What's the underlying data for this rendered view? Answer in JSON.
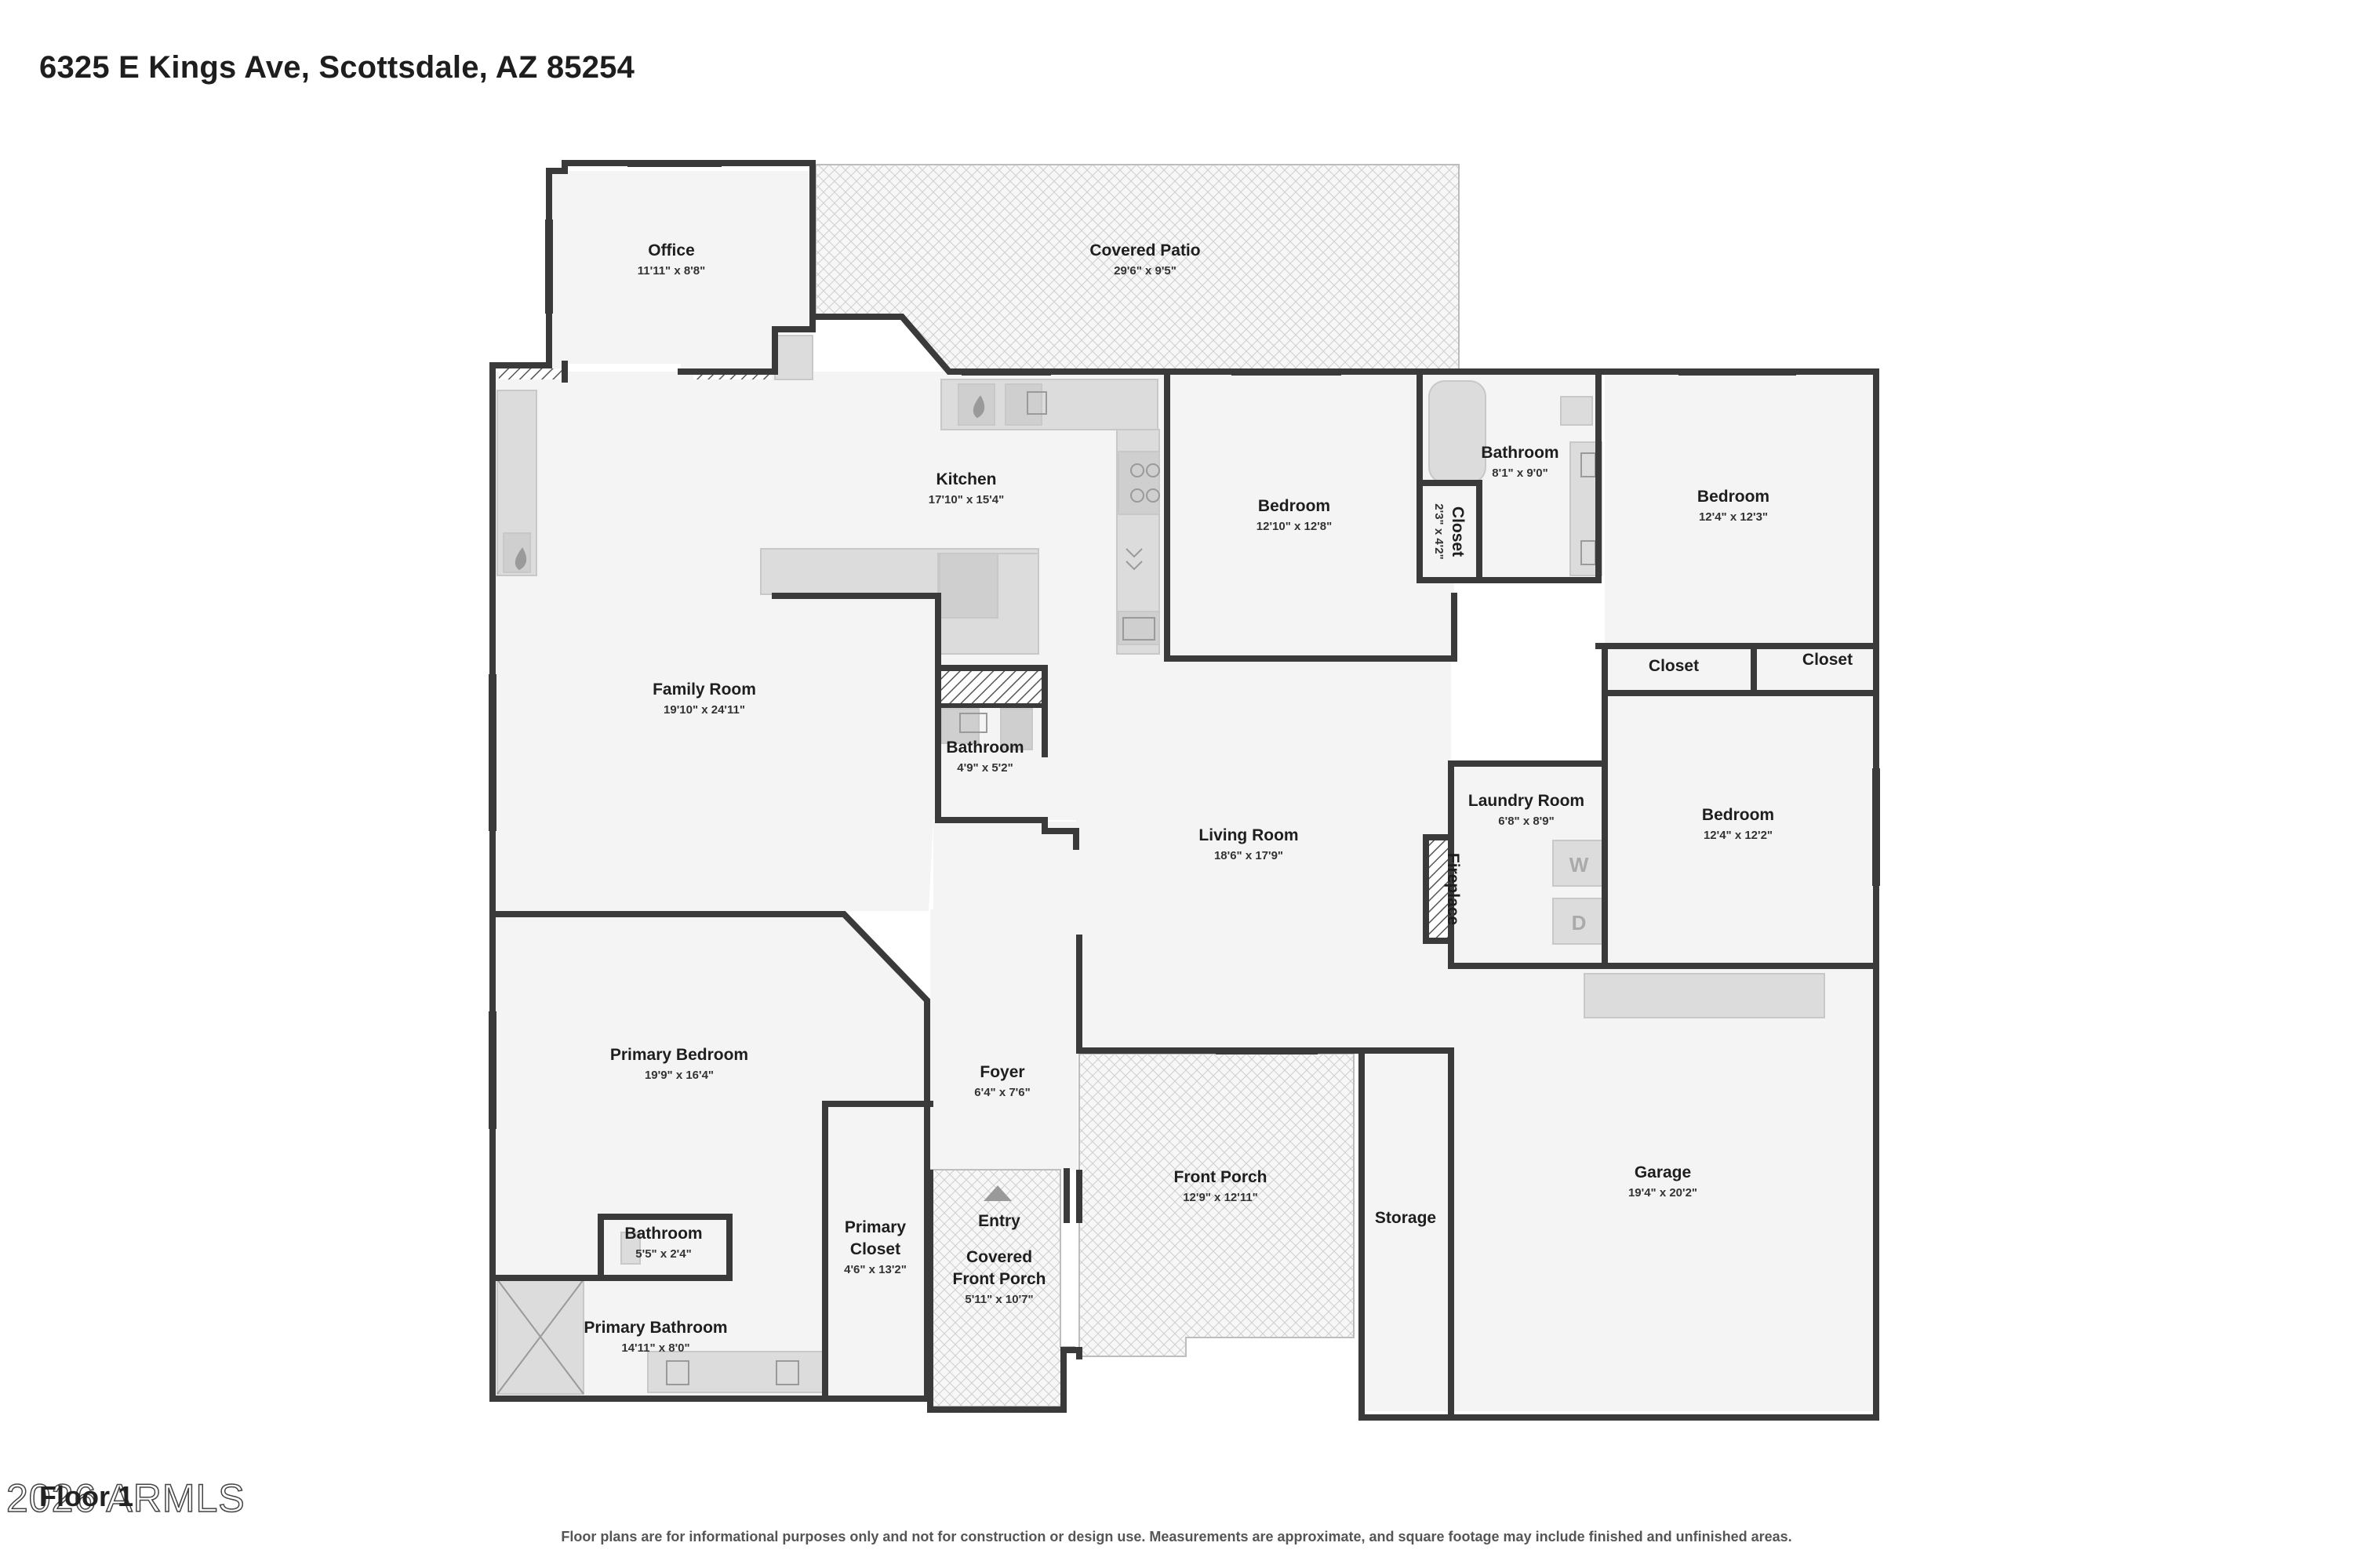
{
  "header": {
    "address": "6325 E Kings Ave, Scottsdale, AZ 85254"
  },
  "footer": {
    "disclaimer": "Floor plans are for informational purposes only and not for construction or design use. Measurements are approximate, and square footage may include finished and unfinished areas.",
    "watermark": "2026 ARMLS",
    "floor_label": "Floor 1"
  },
  "rooms": {
    "office": {
      "name": "Office",
      "dim": "11'11\" x 8'8\""
    },
    "covered_patio": {
      "name": "Covered Patio",
      "dim": "29'6\" x 9'5\""
    },
    "kitchen": {
      "name": "Kitchen",
      "dim": "17'10\" x 15'4\""
    },
    "bedroom_2": {
      "name": "Bedroom",
      "dim": "12'10\" x 12'8\""
    },
    "bathroom_2": {
      "name": "Bathroom",
      "dim": "8'1\" x 9'0\""
    },
    "bedroom_3": {
      "name": "Bedroom",
      "dim": "12'4\" x 12'3\""
    },
    "closet_hall": {
      "name": "Closet",
      "dim": "2'3\" x 4'2\""
    },
    "closet_b3": {
      "name": "Closet"
    },
    "closet_b4": {
      "name": "Closet"
    },
    "family_room": {
      "name": "Family Room",
      "dim": "19'10\" x 24'11\""
    },
    "half_bath": {
      "name": "Bathroom",
      "dim": "4'9\" x 5'2\""
    },
    "living_room": {
      "name": "Living Room",
      "dim": "18'6\" x 17'9\""
    },
    "laundry": {
      "name": "Laundry Room",
      "dim": "6'8\" x 8'9\""
    },
    "bedroom_4": {
      "name": "Bedroom",
      "dim": "12'4\" x 12'2\""
    },
    "fireplace": {
      "name": "Fireplace"
    },
    "primary_bedroom": {
      "name": "Primary Bedroom",
      "dim": "19'9\" x 16'4\""
    },
    "foyer": {
      "name": "Foyer",
      "dim": "6'4\" x 7'6\""
    },
    "front_porch": {
      "name": "Front Porch",
      "dim": "12'9\" x 12'11\""
    },
    "storage": {
      "name": "Storage"
    },
    "garage": {
      "name": "Garage",
      "dim": "19'4\" x 20'2\""
    },
    "entry": {
      "name": "Entry"
    },
    "covered_front_porch": {
      "name_line1": "Covered",
      "name_line2": "Front Porch",
      "dim": "5'11\" x 10'7\""
    },
    "primary_closet": {
      "name_line1": "Primary",
      "name_line2": "Closet",
      "dim": "4'6\" x 13'2\""
    },
    "primary_wc": {
      "name": "Bathroom",
      "dim": "5'5\" x 2'4\""
    },
    "primary_bathroom": {
      "name": "Primary Bathroom",
      "dim": "14'11\" x 8'0\""
    }
  },
  "appliances": {
    "washer": "W",
    "dryer": "D"
  },
  "colors": {
    "wall": "#3a3a3a",
    "floor": "#f4f4f4",
    "fixture": "#dcdcdc",
    "patio_tile": "#d0d0d0"
  }
}
